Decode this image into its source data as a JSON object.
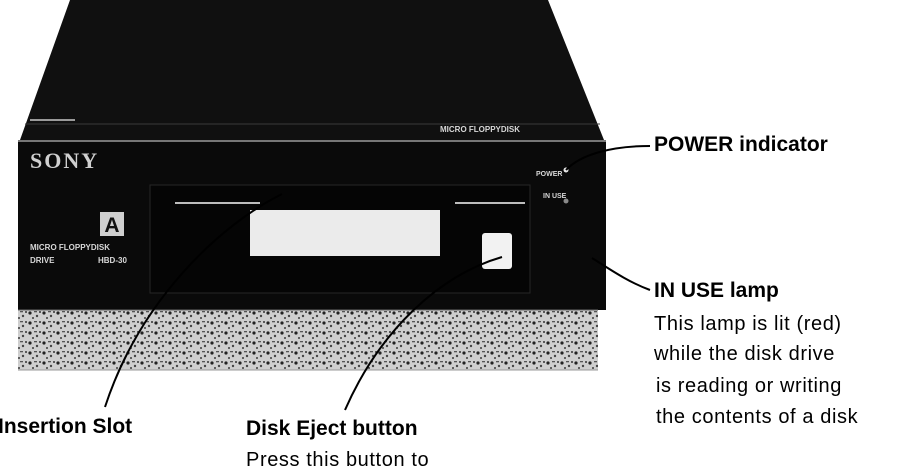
{
  "device": {
    "brand": "SONY",
    "model_line1": "MICRO FLOPPYDISK",
    "model_line2_left": "DRIVE",
    "model_line2_right": "HBD-30",
    "badge_letter": "A",
    "top_badge": "MICRO FLOPPYDISK",
    "indicator_power": "POWER",
    "indicator_in_use": "IN USE"
  },
  "callouts": {
    "power_indicator": {
      "title": "POWER indicator"
    },
    "in_use_lamp": {
      "title": "IN USE lamp",
      "description": [
        "This lamp is lit (red)",
        "while the disk drive",
        "is reading or writing",
        "the contents of a disk"
      ]
    },
    "insertion_slot": {
      "title": "Insertion Slot"
    },
    "disk_eject_button": {
      "title": "Disk Eject button",
      "description": [
        "Press this button to"
      ]
    }
  },
  "colors": {
    "ink": "#000000",
    "paper": "#ffffff",
    "panel_text": "#d8d8d8",
    "window": "#ebebeb"
  }
}
